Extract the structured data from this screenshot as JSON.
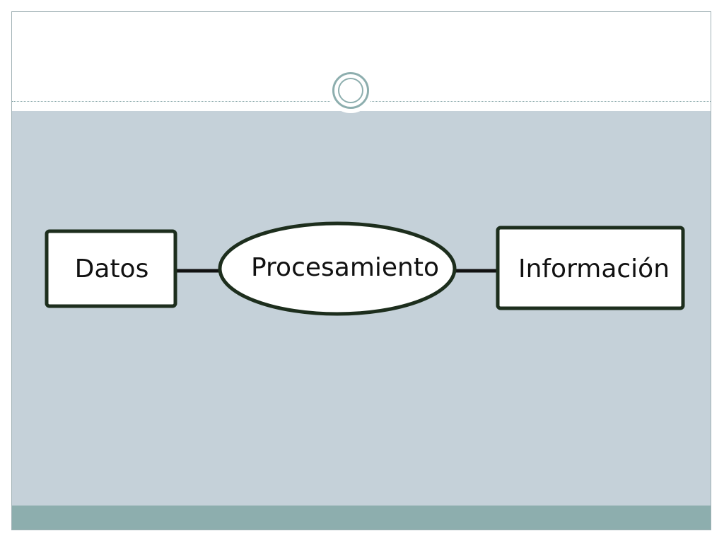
{
  "slide": {
    "title": "",
    "theme": {
      "content_background": "#c5d1d9",
      "footer_band": "#8daeae",
      "accent": "#8daeae",
      "node_border": "#1d2e1d",
      "node_fill": "#ffffff",
      "connector": "#111111"
    }
  },
  "diagram": {
    "nodes": [
      {
        "id": "datos",
        "shape": "rectangle",
        "label": "Datos"
      },
      {
        "id": "procesamiento",
        "shape": "ellipse",
        "label": "Procesamiento"
      },
      {
        "id": "informacion",
        "shape": "rectangle",
        "label": "Información"
      }
    ],
    "edges": [
      {
        "from": "datos",
        "to": "procesamiento"
      },
      {
        "from": "procesamiento",
        "to": "informacion"
      }
    ]
  }
}
